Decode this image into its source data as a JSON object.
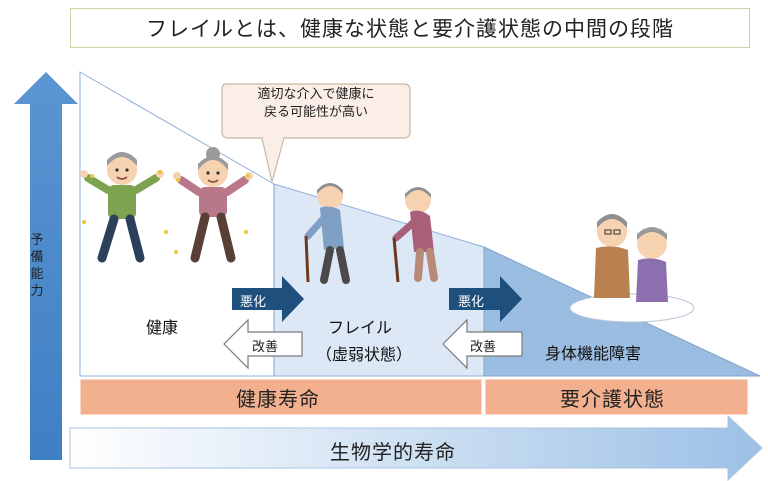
{
  "title": "フレイルとは、健康な状態と要介護状態の中間の段階",
  "vertical_axis_label": "予備能力",
  "horizontal_axis_label": "生物学的寿命",
  "bubble_text": "適切な介入で健康に\n戻る可能性が高い",
  "stages": {
    "healthy": "健康",
    "frail_line1": "フレイル",
    "frail_line2": "（虚弱状態）",
    "disability": "身体機能障害"
  },
  "arrows": {
    "worsen_1": "悪化",
    "improve_1": "改善",
    "worsen_2": "悪化",
    "improve_2": "改善"
  },
  "bars": {
    "healthy_life": "健康寿命",
    "care_needed": "要介護状態"
  },
  "colors": {
    "axis_blue": "#4a86c8",
    "frail_fill": "#dde8f6",
    "disability_fill": "#9cbde2",
    "bar_orange": "#f2b08e",
    "dark_arrow": "#1f4f7d"
  },
  "illustration_icons": [
    "happy-elderly-man-icon",
    "happy-elderly-woman-icon",
    "frail-elderly-man-with-cane-icon",
    "frail-elderly-woman-with-cane-icon",
    "caregiver-and-patient-icon"
  ]
}
